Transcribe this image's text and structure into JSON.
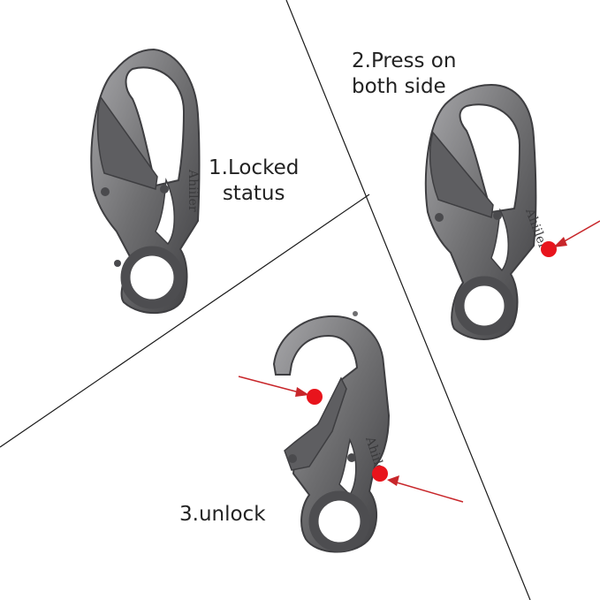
{
  "steps": [
    {
      "lines": [
        "1.Locked",
        "status"
      ]
    },
    {
      "lines": [
        "2.Press on",
        "both side"
      ]
    },
    {
      "lines": [
        "3.unlock"
      ]
    }
  ],
  "brand_text": "Ahiiler",
  "colors": {
    "metal": "#6f6f71",
    "metal_dark": "#3e3e41",
    "metal_light": "#a7a7aa",
    "press_dot": "#e8141c",
    "arrow": "#c8262a",
    "divider": "#1a1a1a"
  }
}
